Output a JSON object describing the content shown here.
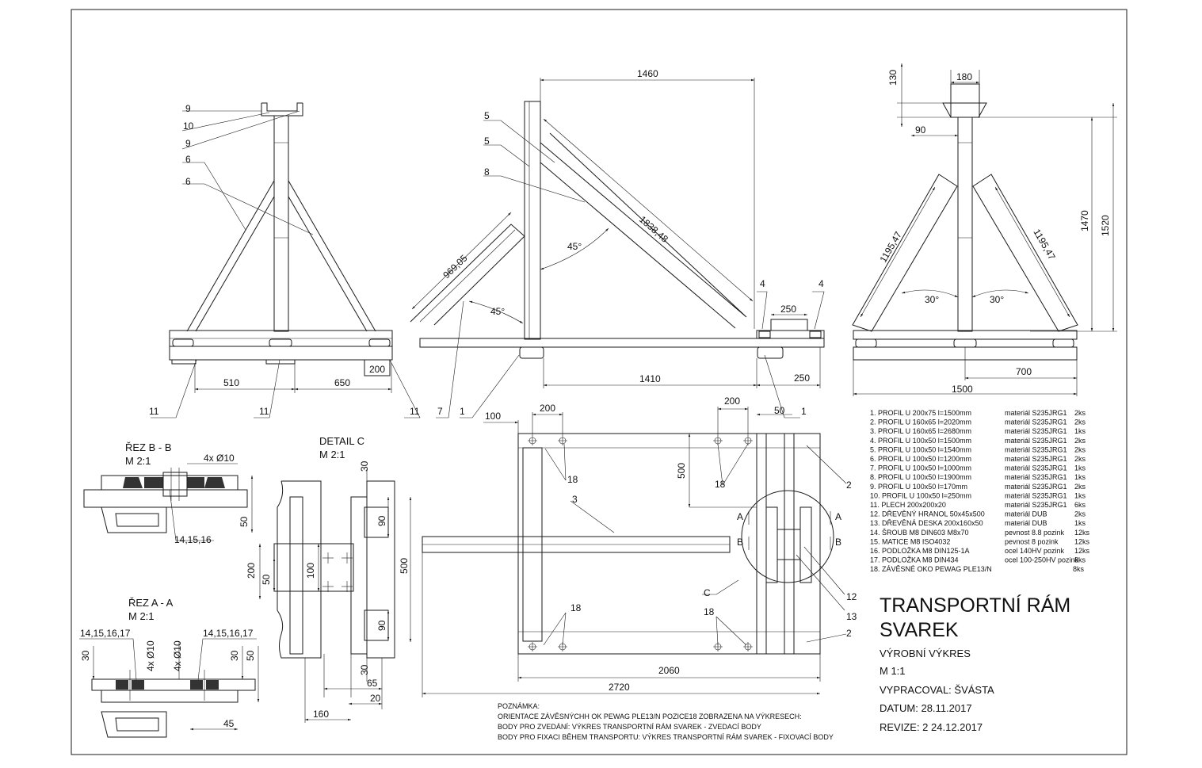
{
  "dimensions": {
    "side_1460": "1460",
    "side_1838": "1838,48",
    "side_969": "969,05",
    "side_45a": "45°",
    "side_45b": "45°",
    "side_250a": "250",
    "side_1410": "1410",
    "side_250b": "250",
    "front_510": "510",
    "front_650": "650",
    "front_200": "200",
    "end_130": "130",
    "end_180": "180",
    "end_90": "90",
    "end_1470": "1470",
    "end_1520": "1520",
    "end_1195a": "1195,47",
    "end_1195b": "1195,47",
    "end_30a": "30°",
    "end_30b": "30°",
    "end_700": "700",
    "end_1500": "1500",
    "top_100": "100",
    "top_200a": "200",
    "top_200b": "200",
    "top_50": "50",
    "top_500": "500",
    "top_2060": "2060",
    "top_2720": "2720",
    "secB_4x10": "4x Ø10",
    "secB_50": "50",
    "secA_30a": "30",
    "secA_4x10a": "4x Ø10",
    "secA_4x10b": "4x Ø10",
    "secA_30b": "30",
    "secA_50": "50",
    "secA_45": "45",
    "detC_30a": "30",
    "detC_90a": "90",
    "detC_200": "200",
    "detC_50": "50",
    "detC_100": "100",
    "detC_500": "500",
    "detC_90b": "90",
    "detC_30b": "30",
    "detC_65": "65",
    "detC_20": "20",
    "detC_160": "160"
  },
  "labels": {
    "f9a": "9",
    "f10": "10",
    "f9b": "9",
    "f6a": "6",
    "f6b": "6",
    "f11a": "11",
    "f11b": "11",
    "f11c": "11",
    "s5a": "5",
    "s5b": "5",
    "s8": "8",
    "s4a": "4",
    "s4b": "4",
    "s7": "7",
    "s1a": "1",
    "s1b": "1",
    "t18a": "18",
    "t18b": "18",
    "t18c": "18",
    "t18d": "18",
    "t3": "3",
    "t2a": "2",
    "t2b": "2",
    "t12": "12",
    "t13": "13",
    "tC": "C",
    "tA1": "A",
    "tB1": "B",
    "tA2": "A",
    "tB2": "B",
    "secB_ref": "14,15,16",
    "secA_ref1": "14,15,16,17",
    "secA_ref2": "14,15,16,17"
  },
  "sections": {
    "b_title": "ŘEZ B - B",
    "b_scale": "M 2:1",
    "a_title": "ŘEZ A - A",
    "a_scale": "M 2:1",
    "c_title": "DETAIL C",
    "c_scale": "M 2:1"
  },
  "bom": [
    {
      "item": "1. PROFIL U 200x75 l=1500mm",
      "material": "materiál S235JRG1",
      "qty": "2ks"
    },
    {
      "item": "2. PROFIL U 160x65 l=2020mm",
      "material": "materiál S235JRG1",
      "qty": "2ks"
    },
    {
      "item": "3. PROFIL U 160x65 l=2680mm",
      "material": "materiál S235JRG1",
      "qty": "1ks"
    },
    {
      "item": "4. PROFIL U 100x50 l=1500mm",
      "material": "materiál S235JRG1",
      "qty": "2ks"
    },
    {
      "item": "5. PROFIL U 100x50 l=1540mm",
      "material": "materiál S235JRG1",
      "qty": "2ks"
    },
    {
      "item": "6. PROFIL U 100x50 l=1200mm",
      "material": "materiál S235JRG1",
      "qty": "2ks"
    },
    {
      "item": "7. PROFIL U 100x50 l=1000mm",
      "material": "materiál S235JRG1",
      "qty": "1ks"
    },
    {
      "item": "8. PROFIL U 100x50 l=1900mm",
      "material": "materiál S235JRG1",
      "qty": "1ks"
    },
    {
      "item": "9. PROFIL U 100x50 l=170mm",
      "material": "materiál S235JRG1",
      "qty": "2ks"
    },
    {
      "item": "10. PROFIL U 100x50 l=250mm",
      "material": "materiál S235JRG1",
      "qty": "1ks"
    },
    {
      "item": "11. PLECH  200x200x20",
      "material": "materiál S235JRG1",
      "qty": "6ks"
    },
    {
      "item": "12. DŘEVĚNÝ HRANOL 50x45x500",
      "material": "materiál DUB",
      "qty": "2ks"
    },
    {
      "item": "13. DŘEVĚNÁ DESKA 200x160x50",
      "material": "materiál DUB",
      "qty": "1ks"
    },
    {
      "item": "14. ŠROUB M8 DIN603 M8x70",
      "material": "pevnost 8.8 pozink",
      "qty": "12ks"
    },
    {
      "item": "15. MATICE M8 ISO4032",
      "material": "pevnost 8 pozink",
      "qty": "12ks"
    },
    {
      "item": "16. PODLOŽKA M8 DIN125-1A",
      "material": "ocel 140HV pozink",
      "qty": "12ks"
    },
    {
      "item": "17. PODLOŽKA M8 DIN434",
      "material": "ocel 100-250HV pozink",
      "qty": "8ks"
    },
    {
      "item": "18. ZÁVĚSNÉ OKO PEWAG PLE13/N",
      "material": "",
      "qty": "8ks"
    }
  ],
  "title_block": {
    "title_line1": "TRANSPORTNÍ RÁM",
    "title_line2": "SVAREK",
    "doc_type": "VÝROBNÍ VÝKRES",
    "scale": "M  1:1",
    "drawn_by": "VYPRACOVAL: ŠVÁSTA",
    "date": "DATUM: 28.11.2017",
    "revision": "REVIZE: 2   24.12.2017"
  },
  "note": {
    "heading": "POZNÁMKA:",
    "line1": "ORIENTACE ZÁVĚSNÝCHH OK PEWAG PLE13/N POZICE18 ZOBRAZENA NA VÝKRESECH:",
    "line2": "BODY PRO ZVEDÁNÍ: VÝKRES TRANSPORTNÍ RÁM SVAREK - ZVEDACÍ BODY",
    "line3": "BODY PRO FIXACI BĚHEM TRANSPORTU: VÝKRES TRANSPORTNÍ RÁM SVAREK - FIXOVACÍ BODY"
  }
}
